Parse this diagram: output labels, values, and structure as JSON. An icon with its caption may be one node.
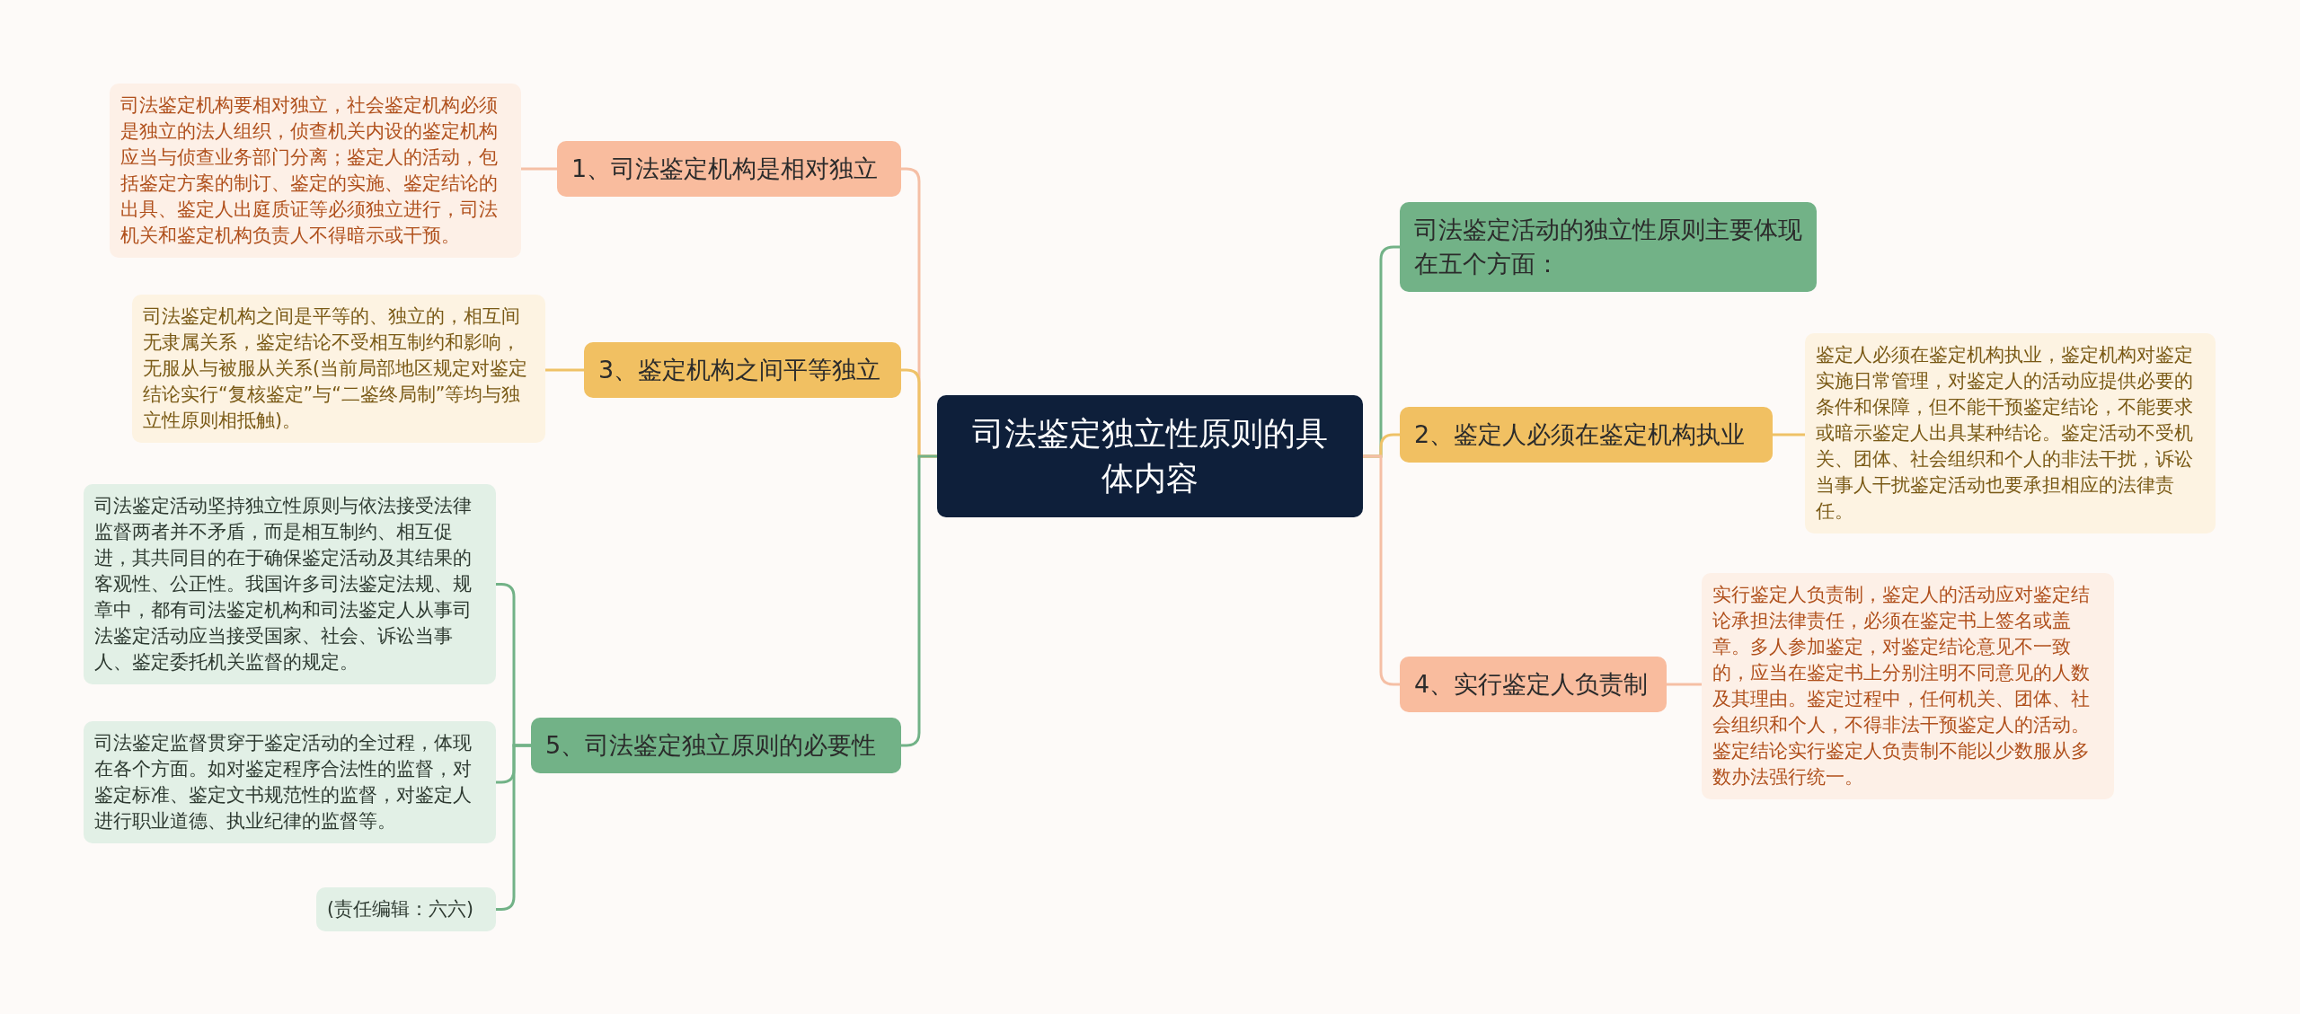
{
  "diagram": {
    "nodes": [
      {
        "text": [
          "司法鉴定独立性原则的具体内容"
        ]
      },
      {
        "text": [
          "1、司法鉴定机构是相对独立"
        ]
      },
      {
        "text": [
          "司法鉴定机构要相对独立，社会鉴定机构必须是独立的法人组织，侦查机关内设的鉴定机构应当与侦查业务部门分离；鉴定人的活动，包括鉴定方案的制订、鉴定的实施、鉴定结论的出具、鉴定人出庭质证等必须独立进行，司法机关和鉴定机构负责人不得暗示或干预。"
        ]
      },
      {
        "text": [
          "3、鉴定机构之间平等独立"
        ]
      },
      {
        "text": [
          "司法鉴定机构之间是平等的、独立的，相互间无隶属关系，鉴定结论不受相互制约和影响，无服从与被服从关系(当前局部地区规定对鉴定结论实行“复核鉴定”与“二鉴终局制”等均与独立性原则相抵触)。"
        ]
      },
      {
        "text": [
          "5、司法鉴定独立原则的必要性"
        ]
      },
      {
        "text": [
          "司法鉴定活动坚持独立性原则与依法接受法律监督两者并不矛盾，而是相互制约、相互促进，其共同目的在于确保鉴定活动及其结果的客观性、公正性。我国许多司法鉴定法规、规章中，都有司法鉴定机构和司法鉴定人从事司法鉴定活动应当接受国家、社会、诉讼当事人、鉴定委托机关监督的规定。"
        ]
      },
      {
        "text": [
          "司法鉴定监督贯穿于鉴定活动的全过程，体现在各个方面。如对鉴定程序合法性的监督，对鉴定标准、鉴定文书规范性的监督，对鉴定人进行职业道德、执业纪律的监督等。"
        ]
      },
      {
        "text": [
          "(责任编辑：六六)"
        ]
      },
      {
        "text": [
          "司法鉴定活动的独立性原则主要体现在五个方面："
        ]
      },
      {
        "text": [
          "2、鉴定人必须在鉴定机构执业"
        ]
      },
      {
        "text": [
          "鉴定人必须在鉴定机构执业，鉴定机构对鉴定实施日常管理，对鉴定人的活动应提供必要的条件和保障，但不能干预鉴定结论，不能要求或暗示鉴定人出具某种结论。鉴定活动不受机关、团体、社会组织和个人的非法干扰，诉讼当事人干扰鉴定活动也要承担相应的法律责任。"
        ]
      },
      {
        "text": [
          "4、实行鉴定人负责制"
        ]
      },
      {
        "text": [
          "实行鉴定人负责制，鉴定人的活动应对鉴定结论承担法律责任，必须在鉴定书上签名或盖章。多人参加鉴定，对鉴定结论意见不一致的，应当在鉴定书上分别注明不同意见的人数及其理由。鉴定过程中，任何机关、团体、社会组织和个人，不得非法干预鉴定人的活动。鉴定结论实行鉴定人负责制不能以少数服从多数办法强行统一。"
        ]
      }
    ],
    "edges": [
      {
        "from": 0,
        "to": 1,
        "arrow": "none",
        "color": "#f5bfa5"
      },
      {
        "from": 1,
        "to": 2,
        "arrow": "none",
        "color": "#f5bfa5"
      },
      {
        "from": 0,
        "to": 3,
        "arrow": "none",
        "color": "#efc267"
      },
      {
        "from": 3,
        "to": 4,
        "arrow": "none",
        "color": "#efc267"
      },
      {
        "from": 0,
        "to": 5,
        "arrow": "none",
        "color": "#72b287"
      },
      {
        "from": 5,
        "to": 6,
        "arrow": "none",
        "color": "#72b287"
      },
      {
        "from": 5,
        "to": 7,
        "arrow": "none",
        "color": "#72b287"
      },
      {
        "from": 5,
        "to": 8,
        "arrow": "none",
        "color": "#72b287"
      },
      {
        "from": 0,
        "to": 9,
        "arrow": "none",
        "color": "#72b287"
      },
      {
        "from": 0,
        "to": 10,
        "arrow": "none",
        "color": "#efc267"
      },
      {
        "from": 10,
        "to": 11,
        "arrow": "none",
        "color": "#efc267"
      },
      {
        "from": 0,
        "to": 12,
        "arrow": "none",
        "color": "#f5bfa5"
      },
      {
        "from": 12,
        "to": 13,
        "arrow": "none",
        "color": "#f5bfa5"
      }
    ]
  }
}
